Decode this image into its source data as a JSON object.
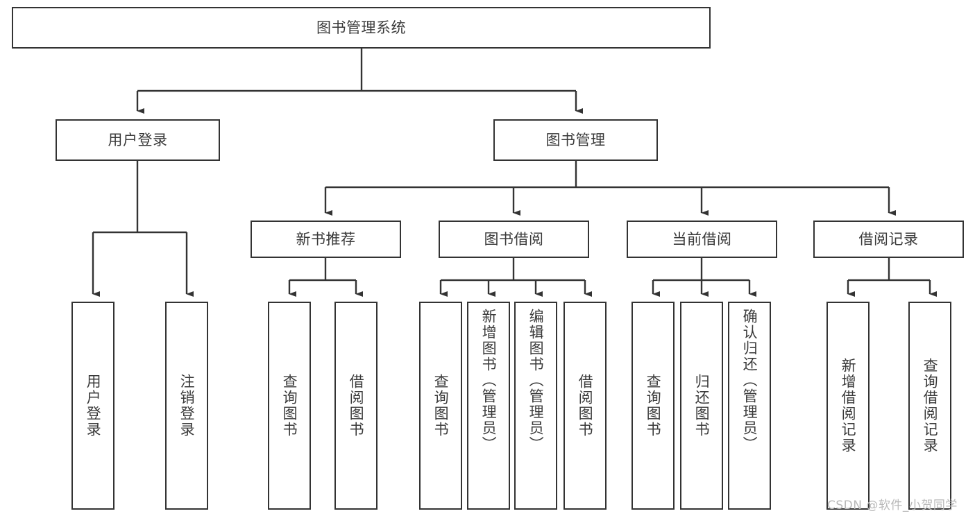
{
  "diagram": {
    "type": "tree",
    "title": "图书管理系统",
    "watermark": "CSDN @软件_小贺同学",
    "colors": {
      "box_border": "#333333",
      "box_fill": "#ffffff",
      "connector": "#333333",
      "text": "#3a3a3a",
      "watermark": "#b9b9b9"
    },
    "nodes": {
      "root": {
        "label": "图书管理系统"
      },
      "level2": [
        {
          "id": "user-login",
          "label": "用户登录"
        },
        {
          "id": "book-management",
          "label": "图书管理"
        }
      ],
      "level3": [
        {
          "id": "new-book-recommend",
          "label": "新书推荐"
        },
        {
          "id": "book-borrow",
          "label": "图书借阅"
        },
        {
          "id": "current-borrow",
          "label": "当前借阅"
        },
        {
          "id": "borrow-record",
          "label": "借阅记录"
        }
      ],
      "leaves": {
        "user_login": [
          {
            "id": "leaf-user-login",
            "label": "用户登录"
          },
          {
            "id": "leaf-logout-login",
            "label": "注销登录"
          }
        ],
        "new_book_recommend": [
          {
            "id": "leaf-query-book-1",
            "label": "查询图书"
          },
          {
            "id": "leaf-borrow-book-1",
            "label": "借阅图书"
          }
        ],
        "book_borrow": [
          {
            "id": "leaf-query-book-2",
            "label": "查询图书"
          },
          {
            "id": "leaf-add-book",
            "label": "新增图书（管理员）"
          },
          {
            "id": "leaf-edit-book",
            "label": "编辑图书（管理员）"
          },
          {
            "id": "leaf-borrow-book-2",
            "label": "借阅图书"
          }
        ],
        "current_borrow": [
          {
            "id": "leaf-query-book-3",
            "label": "查询图书"
          },
          {
            "id": "leaf-return-book",
            "label": "归还图书"
          },
          {
            "id": "leaf-confirm-return",
            "label": "确认归还（管理员）"
          }
        ],
        "borrow_record": [
          {
            "id": "leaf-add-record",
            "label": "新增借阅记录"
          },
          {
            "id": "leaf-query-record",
            "label": "查询借阅记录"
          }
        ]
      }
    }
  }
}
